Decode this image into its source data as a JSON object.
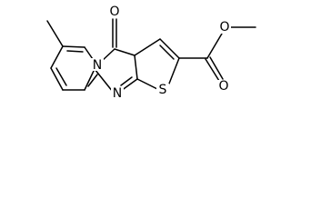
{
  "structure": {
    "atom_labels": {
      "n_bridge": "N",
      "n_lower": "N",
      "s_ring": "S",
      "o_carbonyl_ring": "O",
      "o_ester_carbonyl": "O",
      "o_ester_ether": "O"
    },
    "colors": {
      "bond": "#000000",
      "label": "#000000",
      "background": "#ffffff"
    }
  }
}
